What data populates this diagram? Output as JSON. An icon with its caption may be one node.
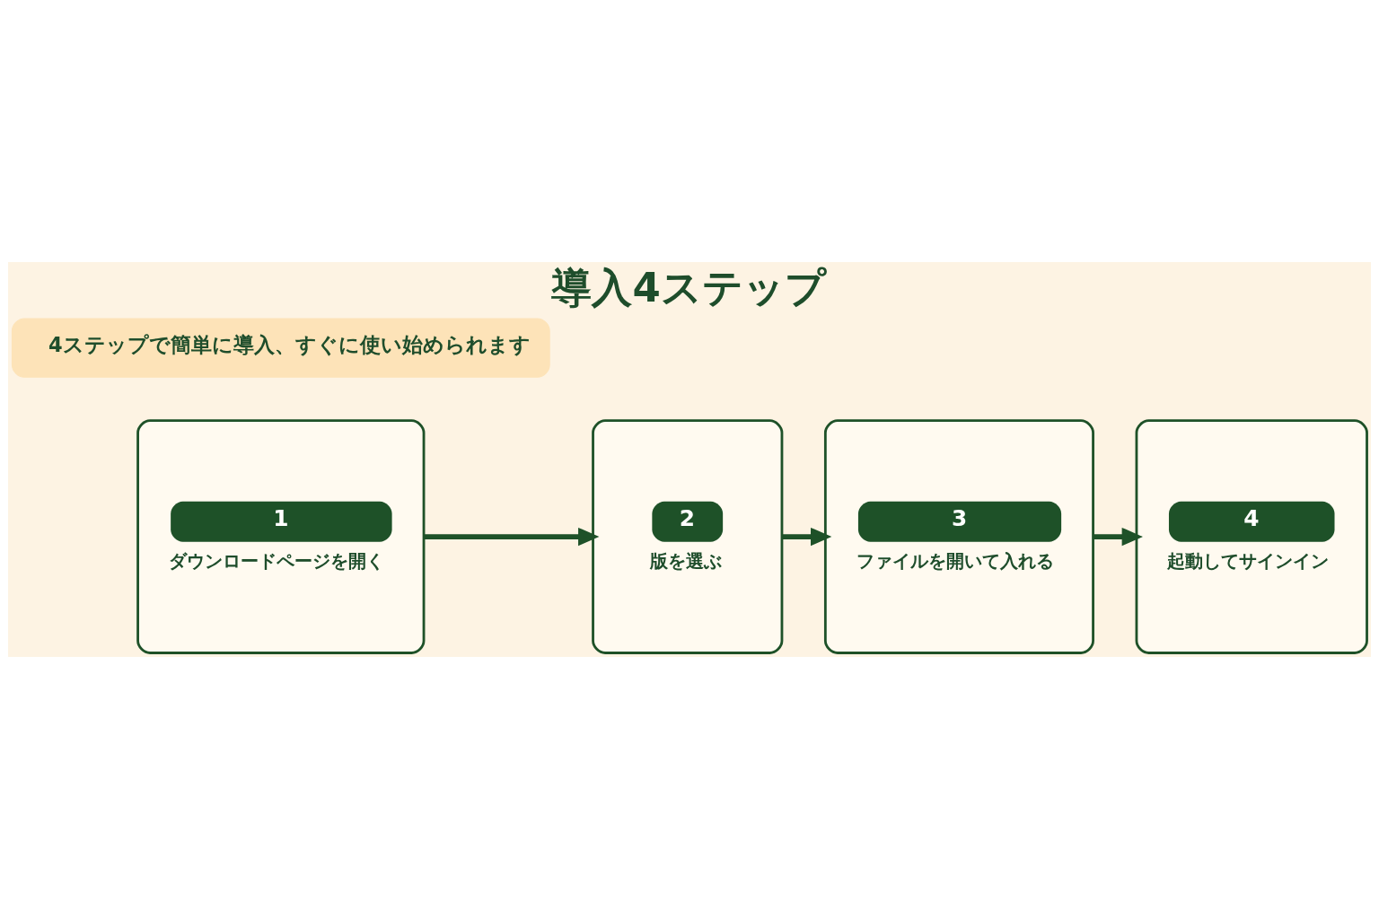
{
  "diagram": {
    "title": "導入4ステップ",
    "nodes": [
      {
        "text": [
          "1",
          "ダウンロードページを開く"
        ]
      },
      {
        "text": [
          "2",
          "版を選ぶ"
        ]
      },
      {
        "text": [
          "3",
          "ファイルを開いて入れる"
        ]
      },
      {
        "text": [
          "4",
          "起動してサインイン"
        ]
      },
      {
        "text": [
          "4ステップで簡単に導入、すぐに使い始められます"
        ]
      }
    ],
    "edges": [
      {
        "from": 0,
        "to": 1,
        "arrow": "to"
      },
      {
        "from": 1,
        "to": 2,
        "arrow": "to"
      },
      {
        "from": 2,
        "to": 3,
        "arrow": "to"
      }
    ]
  }
}
